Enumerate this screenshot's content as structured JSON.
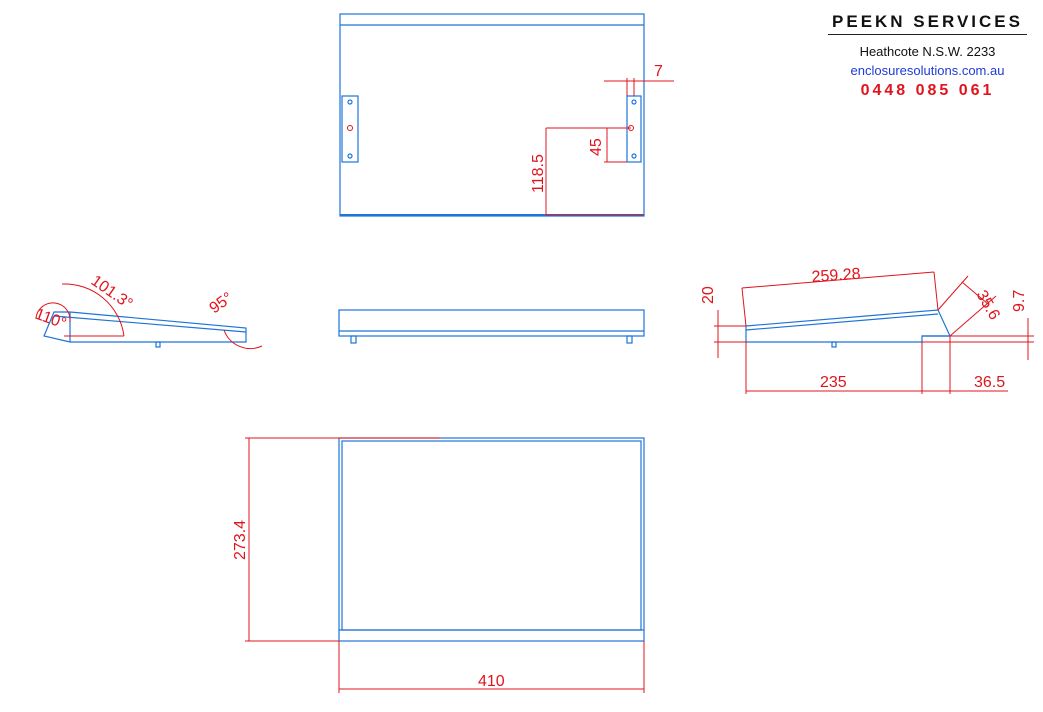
{
  "title_block": {
    "company": "PEEKN SERVICES",
    "location": "Heathcote N.S.W. 2233",
    "website": "enclosuresolutions.com.au",
    "phone": "0448 085 061"
  },
  "dimensions": {
    "slot_width": "7",
    "hole_spacing": "45",
    "hole_height": "118.5",
    "angle_back": "101.3°",
    "angle_back_edge": "110°",
    "angle_front": "95°",
    "slope_length": "259.28",
    "rear_height": "20",
    "front_slope": "35.6",
    "front_lip": "9.7",
    "base_depth": "235",
    "front_depth": "36.5",
    "depth": "273.4",
    "width": "410"
  },
  "colors": {
    "outline": "#1e74d8",
    "dimension": "#e0141c",
    "website": "#1e3bd8"
  }
}
